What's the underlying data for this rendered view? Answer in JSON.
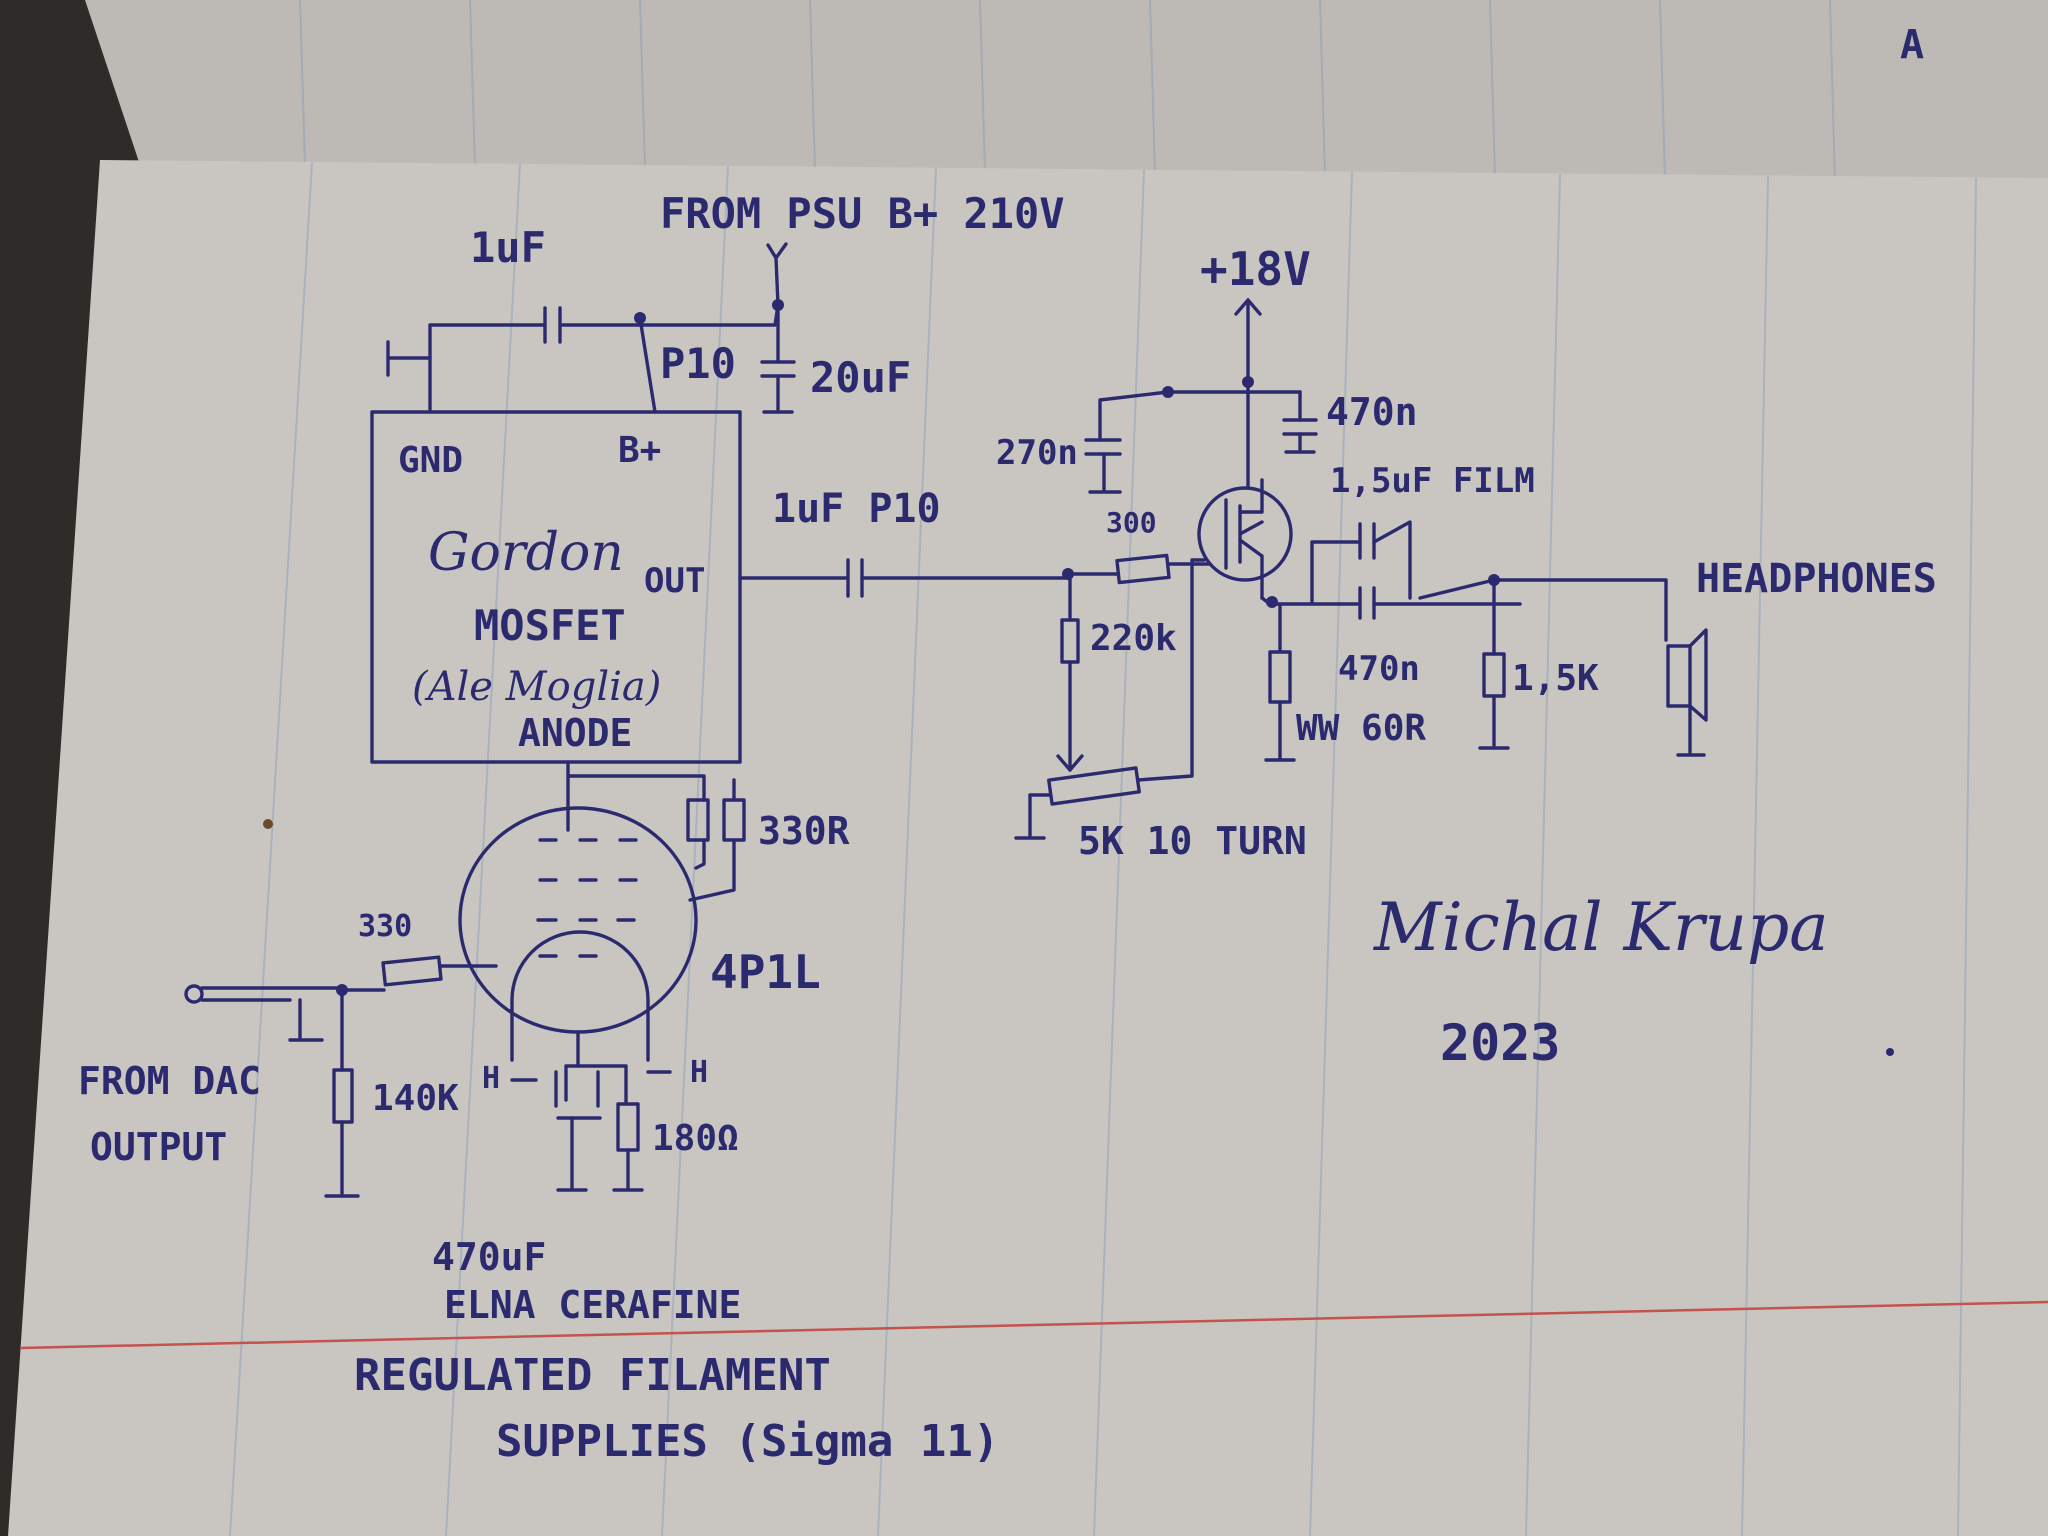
{
  "colors": {
    "desk": "#2f2b28",
    "paper": "#c9c6c2",
    "paper_back": "#bdb9b4",
    "ruling": "#a9b2bd",
    "margin_line": "#c4524d",
    "ink": "#2c2a6e"
  },
  "page_corner_mark": "A",
  "labels": {
    "psu_supply": "FROM PSU B+ 210V",
    "cap_1uf_top": "1uF",
    "cap_p10": "P10",
    "cap_20uf": "20uF",
    "module_gnd": "GND",
    "module_bplus": "B+",
    "module_name": "Gordon",
    "module_type": "MOSFET",
    "module_credit": "(Ale Moglia)",
    "module_anode": "ANODE",
    "module_out": "OUT",
    "coupling_cap": "1uF P10",
    "supply_18v": "+18V",
    "cap_270n": "270n",
    "cap_470n_supply": "470n",
    "cap_film": "1,5uF FILM",
    "res_300": "300",
    "res_220k": "220k",
    "cap_470n_out": "470n",
    "res_ww": "WW 60R",
    "res_1k5": "1,5K",
    "headphones": "HEADPHONES",
    "pot": "5K 10 TURN",
    "res_330r": "330R",
    "res_330": "330",
    "tube": "4P1L",
    "input_line1": "FROM DAC",
    "input_line2": "OUTPUT",
    "res_140k": "140K",
    "heater_h_left": "H",
    "heater_h_right": "H",
    "res_180": "180Ω",
    "cap_470uf": "470uF",
    "cap_brand": "ELNA CERAFINE",
    "note_line1": "REGULATED FILAMENT",
    "note_line2": "SUPPLIES (Sigma 11)",
    "author": "Michal Krupa",
    "year": "2023"
  }
}
